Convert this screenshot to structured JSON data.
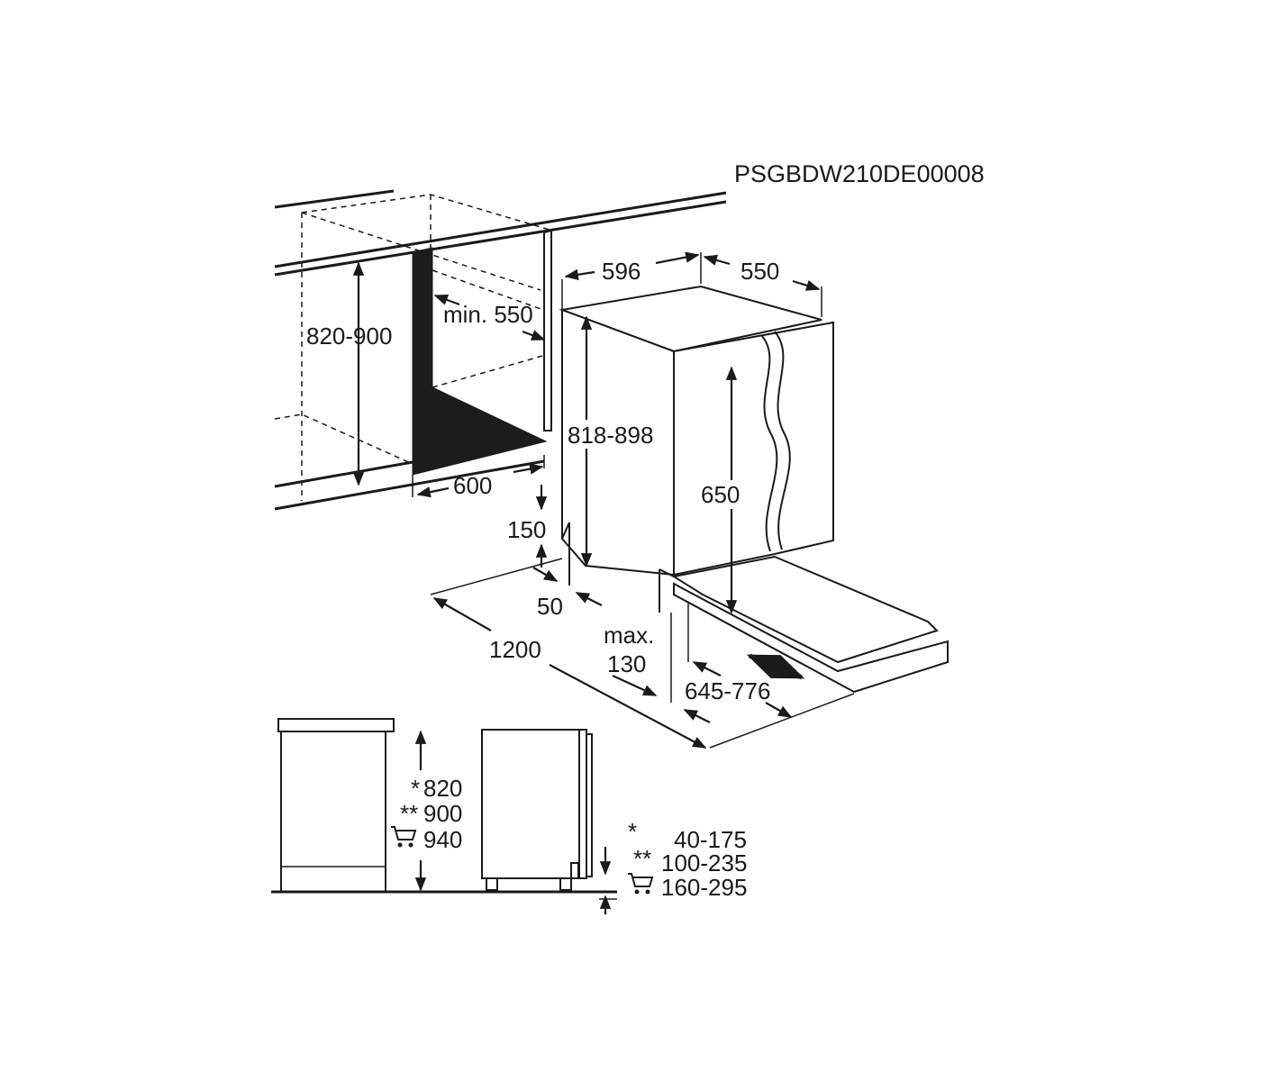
{
  "drawing_code": "PSGBDW210DE00008",
  "dimensions": {
    "niche_height": "820-900",
    "niche_depth": "min. 550",
    "niche_width": "600",
    "appliance_width": "596",
    "appliance_depth": "550",
    "appliance_height": "818-898",
    "door_height": "650",
    "plinth_height": "150",
    "plinth_setback": "50",
    "door_open_clearance": "1200",
    "plinth_max_label": "max.",
    "plinth_max_value": "130",
    "door_travel": "645-776"
  },
  "height_variants": {
    "left": [
      {
        "mark": "*",
        "value": "820"
      },
      {
        "mark": "**",
        "value": "900"
      },
      {
        "mark": "cart-icon",
        "value": "940"
      }
    ],
    "right": [
      {
        "mark": "*",
        "value": "40-175"
      },
      {
        "mark": "**",
        "value": "100-235"
      },
      {
        "mark": "cart-icon",
        "value": "160-295"
      }
    ]
  }
}
